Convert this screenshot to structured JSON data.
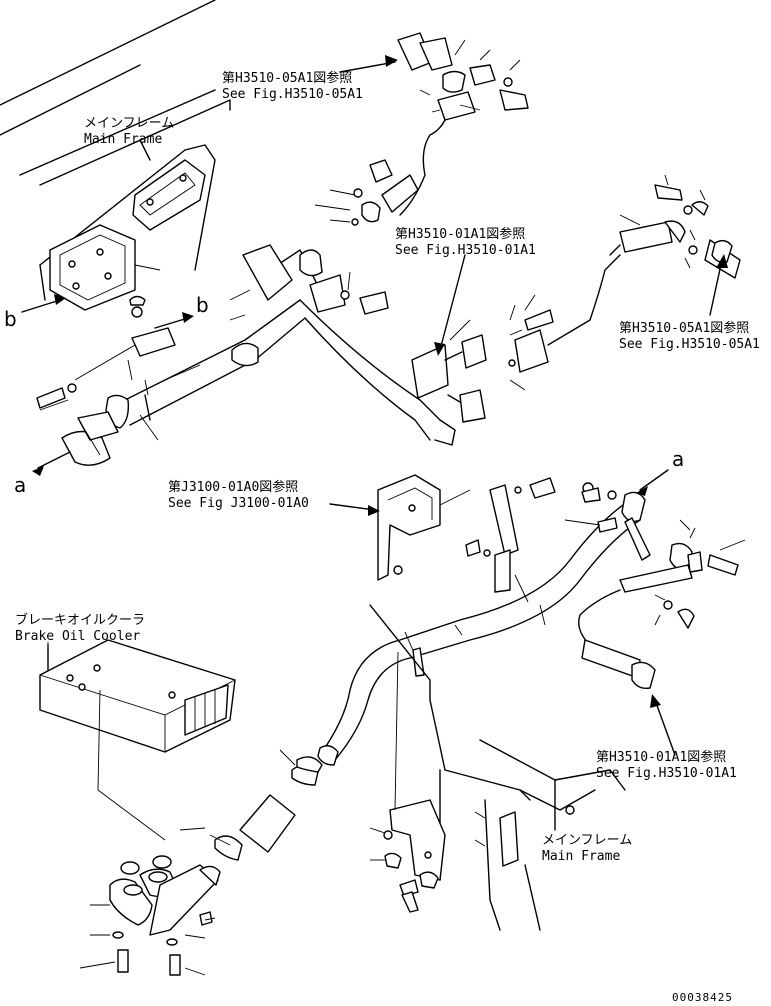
{
  "callouts": {
    "top_hose_ref": {
      "jp": "第H3510-05A1図参照",
      "en": "See Fig.H3510-05A1"
    },
    "right_hose_ref": {
      "jp": "第H3510-05A1図参照",
      "en": "See Fig.H3510-05A1"
    },
    "center_hose_ref": {
      "jp": "第H3510-01A1図参照",
      "en": "See Fig.H3510-01A1"
    },
    "bracket_ref": {
      "jp": "第J3100-01A0図参照",
      "en": "See Fig J3100-01A0"
    },
    "lower_right_ref": {
      "jp": "第H3510-01A1図参照",
      "en": "See Fig.H3510-01A1"
    }
  },
  "components": {
    "main_frame_top": {
      "jp": "メインフレーム",
      "en": "Main Frame"
    },
    "main_frame_bottom": {
      "jp": "メインフレーム",
      "en": "Main Frame"
    },
    "brake_oil_cooler": {
      "jp": "ブレーキオイルクーラ",
      "en": "Brake Oil Cooler"
    }
  },
  "view_markers": {
    "b_left": "b",
    "b_right": "b",
    "a_left": "a",
    "a_right": "a"
  },
  "drawing_number": "00038425"
}
